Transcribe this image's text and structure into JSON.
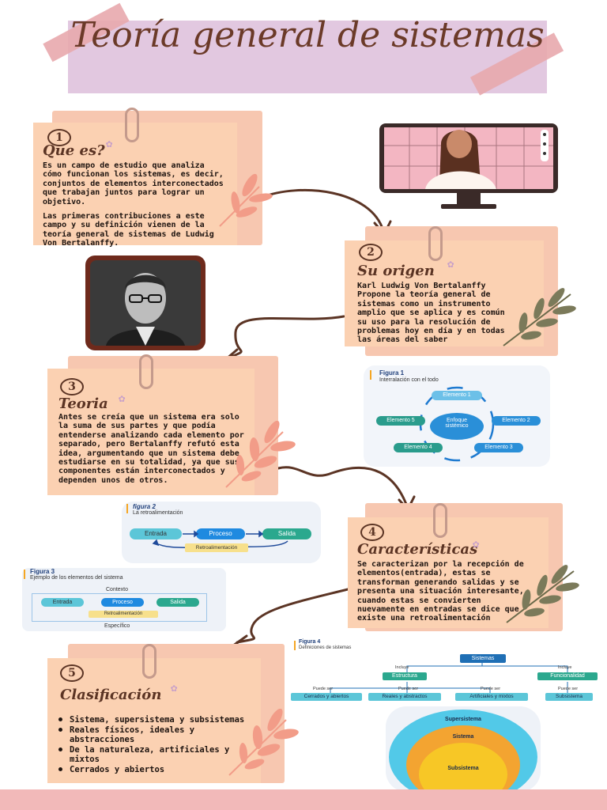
{
  "title": "Teoría general de sistemas",
  "sections": [
    {
      "number": "1",
      "title": "Que es?",
      "text": "Es un campo de estudio que analiza cómo funcionan los sistemas, es decir, conjuntos de elementos interconectados que trabajan juntos para lograr un objetivo.",
      "text2": "Las primeras contribuciones a este campo y su definición vienen de la teoría general de sistemas de Ludwig Von Bertalanffy."
    },
    {
      "number": "2",
      "title": "Su origen",
      "text": "Karl Ludwig Von Bertalanffy Propone la teoría general de sistemas como un instrumento amplio que se aplica y es común su uso para la resolución de problemas hoy en día y en todas las áreas del saber"
    },
    {
      "number": "3",
      "title": "Teoria",
      "text": "Antes se creía que un sistema era solo la suma de sus partes y que podía entenderse analizando cada elemento por separado, pero Bertalanffy refutó esta idea, argumentando que un sistema debe estudiarse en su totalidad, ya que sus componentes están interconectados y dependen unos de otros."
    },
    {
      "number": "4",
      "title": "Características",
      "text": "Se caracterizan por la recepción de elementos(entrada), estas se transforman generando salidas y se presenta una situación interesante, cuando estas se convierten nuevamente en entradas se dice que existe una retroalimentación"
    },
    {
      "number": "5",
      "title": "Clasificación",
      "items": [
        "Sistema, supersistema y subsistemas",
        "Reales físicos, ideales y abstracciones",
        "De la naturaleza, artificiales y mixtos",
        "Cerrados y abiertos"
      ]
    }
  ],
  "figure1": {
    "label": "Figura 1",
    "caption": "Interralación con el todo",
    "center": "Enfoque sistémico",
    "elements": [
      "Elemento 1",
      "Elemento 2",
      "Elemento 3",
      "Elemento 4",
      "Elemento 5"
    ]
  },
  "figure2": {
    "label": "figura 2",
    "caption": "La retroalimentación",
    "entrada": "Entrada",
    "proceso": "Proceso",
    "salida": "Salida",
    "retro": "Retroalimentación"
  },
  "figure3": {
    "label": "Figura 3",
    "caption": "Ejemplo de los elementos del sistema",
    "contexto": "Contexto",
    "entrada": "Entrada",
    "proceso": "Proceso",
    "salida": "Salida",
    "retro": "Retroalimentación",
    "especifico": "Específico"
  },
  "figure4": {
    "label": "Figura 4",
    "caption": "Definiciones de sistemas",
    "root": "Sistemas",
    "incluye1": "Incluye",
    "incluye2": "Incluye",
    "estructura": "Estructura",
    "funcionalidad": "Funcionalidad",
    "puede1": "Puede ser",
    "puede2": "Puede ser",
    "puede3": "Puede ser",
    "puede4": "Puede ser",
    "cerrados": "Cerrados y abiertos",
    "reales": "Reales y abstractos",
    "artificiales": "Artificiales y mixtos",
    "subsistema": "Subsistema"
  },
  "figure5": {
    "supersistema": "Supersistema",
    "sistema": "Sistema",
    "subsistema": "Subsistema"
  },
  "colors": {
    "card": "#fbd1b2",
    "cardBack": "#f7c7b0",
    "banner": "#e2c8e0",
    "brown": "#6b3a28",
    "arrow": "#5b3424"
  }
}
